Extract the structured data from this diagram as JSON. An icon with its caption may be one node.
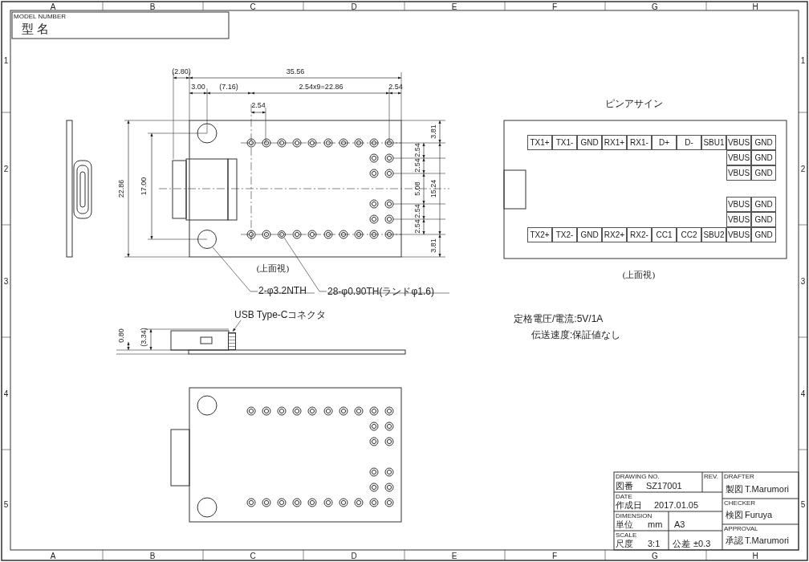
{
  "diagram": {
    "nodes": [
      {
        "text": [
          "2-φ3.2NTH"
        ]
      },
      {
        "text": [],
        "shape": "circle"
      },
      {
        "text": [
          "28-φ0.90TH(ランドφ1.6)"
        ]
      },
      {
        "text": [],
        "shape": "circle"
      },
      {
        "text": [
          "USB Type-Cコネクタ"
        ]
      },
      {
        "text": [],
        "shape": "picture"
      }
    ],
    "edges": [
      {
        "from": 0,
        "to": 1,
        "arrow": "none"
      },
      {
        "from": 2,
        "to": 3,
        "arrow": "none"
      },
      {
        "from": 4,
        "to": 5,
        "arrow": "to"
      }
    ],
    "labels": [
      "MODEL NUMBER",
      "型 名",
      "(2.80)",
      "35.56",
      "3.00",
      "(7.16)",
      "2.54x9=22.86",
      "2.54",
      "2.54",
      "ピンアサイン",
      "22.86",
      "17.00",
      "3.81",
      "2.54",
      "2.54",
      "5.08",
      "15.24",
      "2.54",
      "2.54",
      "3.81",
      "TX1+",
      "TX1-",
      "GND",
      "RX1+",
      "RX1-",
      "D+",
      "D-",
      "SBU1",
      "VBUS",
      "GND",
      "VBUS",
      "GND",
      "VBUS",
      "GND",
      "VBUS",
      "GND",
      "VBUS",
      "GND",
      "TX2+",
      "TX2-",
      "GND",
      "RX2+",
      "RX2-",
      "CC1",
      "CC2",
      "SBU2",
      "VBUS",
      "GND",
      "(上面視)",
      "(上面視)",
      "0.80",
      "(3.34)",
      "定格電圧/電流:5V/1A",
      "伝送速度:保証値なし",
      "DRAWING NO.",
      "図番",
      "SZ17001",
      "REV.",
      "DRAFTER",
      "製図",
      "T.Marumori",
      "DATE",
      "作成日",
      "2017.01.05",
      "CHECKER",
      "検図",
      "Furuya",
      "DIMENSION",
      "単位",
      "mm",
      "A3",
      "APPROVAL",
      "承認",
      "T.Marumori",
      "SCALE",
      "尺度",
      "3:1",
      "公差",
      "±0.3",
      "A",
      "B",
      "C",
      "D",
      "E",
      "F",
      "G",
      "H",
      "A",
      "B",
      "C",
      "D",
      "E",
      "F",
      "G",
      "H",
      "1",
      "2",
      "3",
      "4",
      "5",
      "1",
      "2",
      "3",
      "4",
      "5"
    ]
  }
}
